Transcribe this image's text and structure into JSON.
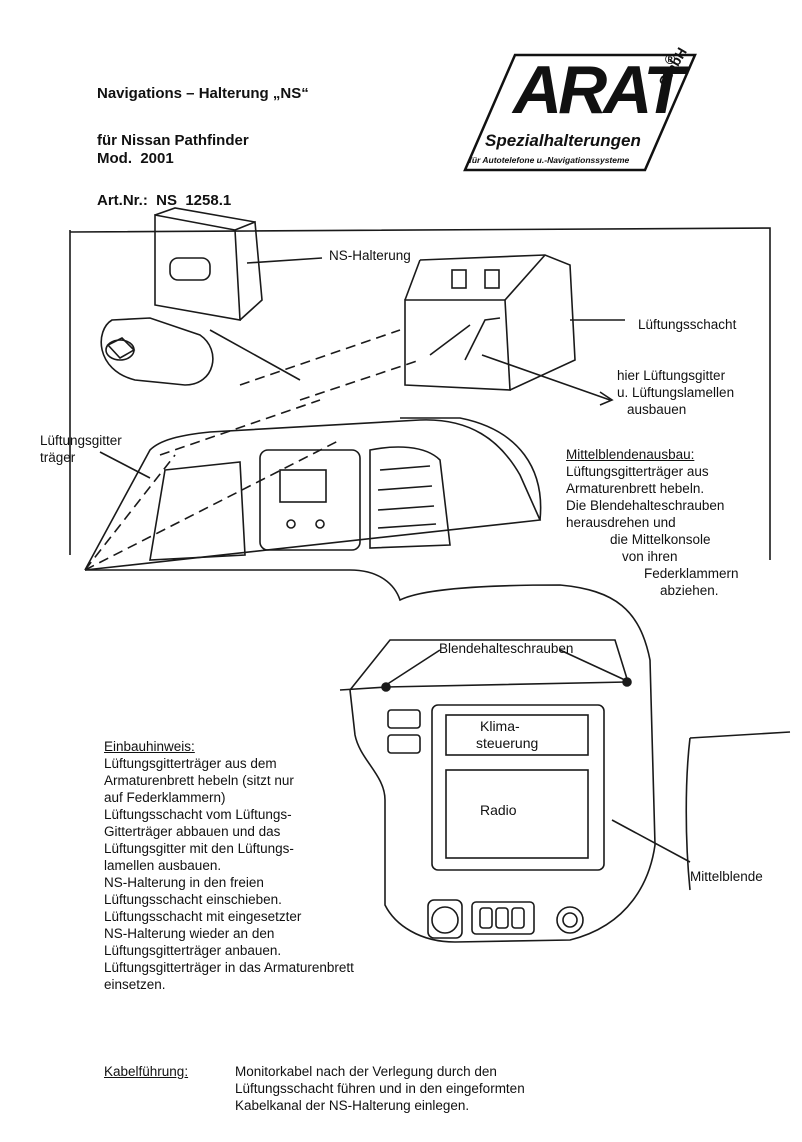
{
  "header": {
    "title": "Navigations – Halterung „NS“",
    "model_line1": "für Nissan Pathfinder",
    "model_line2": "Mod.  2001",
    "art_nr": "Art.Nr.:  NS  1258.1"
  },
  "logo": {
    "brand": "ARAT",
    "reg": "®",
    "company": "GmbH",
    "tagline": "Spezialhalterungen",
    "subtagline": "für Autotelefone u.-Navigationssysteme"
  },
  "diagram": {
    "ns_halterung": "NS-Halterung",
    "lueftungsschacht": "Lüftungsschacht",
    "hier_lines": [
      "hier Lüftungsgitter",
      "u. Lüftungslamellen",
      "ausbauen"
    ],
    "gittertraeger_lines": [
      "Lüftungsgitter",
      "träger"
    ],
    "blendehalteschrauben": "Blendehalteschrauben",
    "klima_lines": [
      "Klima-",
      "steuerung"
    ],
    "radio": "Radio",
    "mittelblende": "Mittelblende"
  },
  "mittelblendenausbau": {
    "heading": "Mittelblendenausbau:",
    "lines": [
      "Lüftungsgitterträger aus",
      "Armaturenbrett hebeln.",
      "Die Blendehalteschrauben",
      "herausdrehen und",
      "die Mittelkonsole",
      "von ihren",
      "Federklammern",
      "abziehen."
    ]
  },
  "einbauhinweis": {
    "heading": "Einbauhinweis:",
    "lines": [
      "Lüftungsgitterträger aus dem",
      "Armaturenbrett hebeln (sitzt nur",
      "auf Federklammern)",
      "Lüftungsschacht vom Lüftungs-",
      "Gitterträger abbauen und das",
      "Lüftungsgitter mit den Lüftungs-",
      "lamellen ausbauen.",
      "NS-Halterung in den freien",
      "Lüftungsschacht einschieben.",
      "Lüftungsschacht mit eingesetzter",
      "NS-Halterung wieder an den",
      "Lüftungsgitterträger anbauen.",
      "Lüftungsgitterträger in das Armaturenbrett",
      "einsetzen."
    ]
  },
  "kabelfuehrung": {
    "label": "Kabelführung:",
    "lines": [
      "Monitorkabel nach der Verlegung durch den",
      "Lüftungsschacht führen und in den eingeformten",
      "Kabelkanal der NS-Halterung einlegen."
    ]
  }
}
